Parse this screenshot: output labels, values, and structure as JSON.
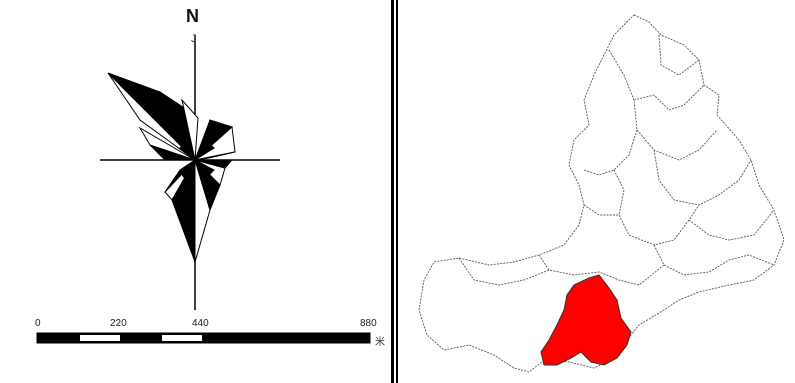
{
  "compass": {
    "north_label": "N",
    "north_sub": "J"
  },
  "scale_bar": {
    "ticks": [
      "0",
      "220",
      "440",
      "880"
    ],
    "unit": "米"
  },
  "colors": {
    "highlight": "#ff0000",
    "border": "#555555",
    "ink": "#000000"
  },
  "map": {
    "highlight_region": "southern county"
  }
}
